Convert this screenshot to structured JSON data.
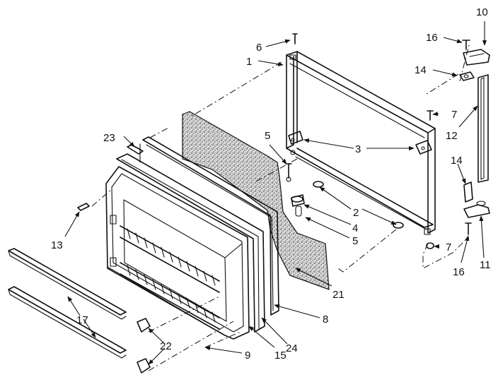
{
  "callouts": {
    "c1": "1",
    "c2": "2",
    "c3": "3",
    "c4": "4",
    "c5a": "5",
    "c5b": "5",
    "c6": "6",
    "c7a": "7",
    "c7b": "7",
    "c8": "8",
    "c9": "9",
    "c10": "10",
    "c11": "11",
    "c12": "12",
    "c13": "13",
    "c14a": "14",
    "c14b": "14",
    "c15": "15",
    "c16a": "16",
    "c16b": "16",
    "c17": "17",
    "c21": "21",
    "c22": "22",
    "c23": "23",
    "c24": "24"
  }
}
